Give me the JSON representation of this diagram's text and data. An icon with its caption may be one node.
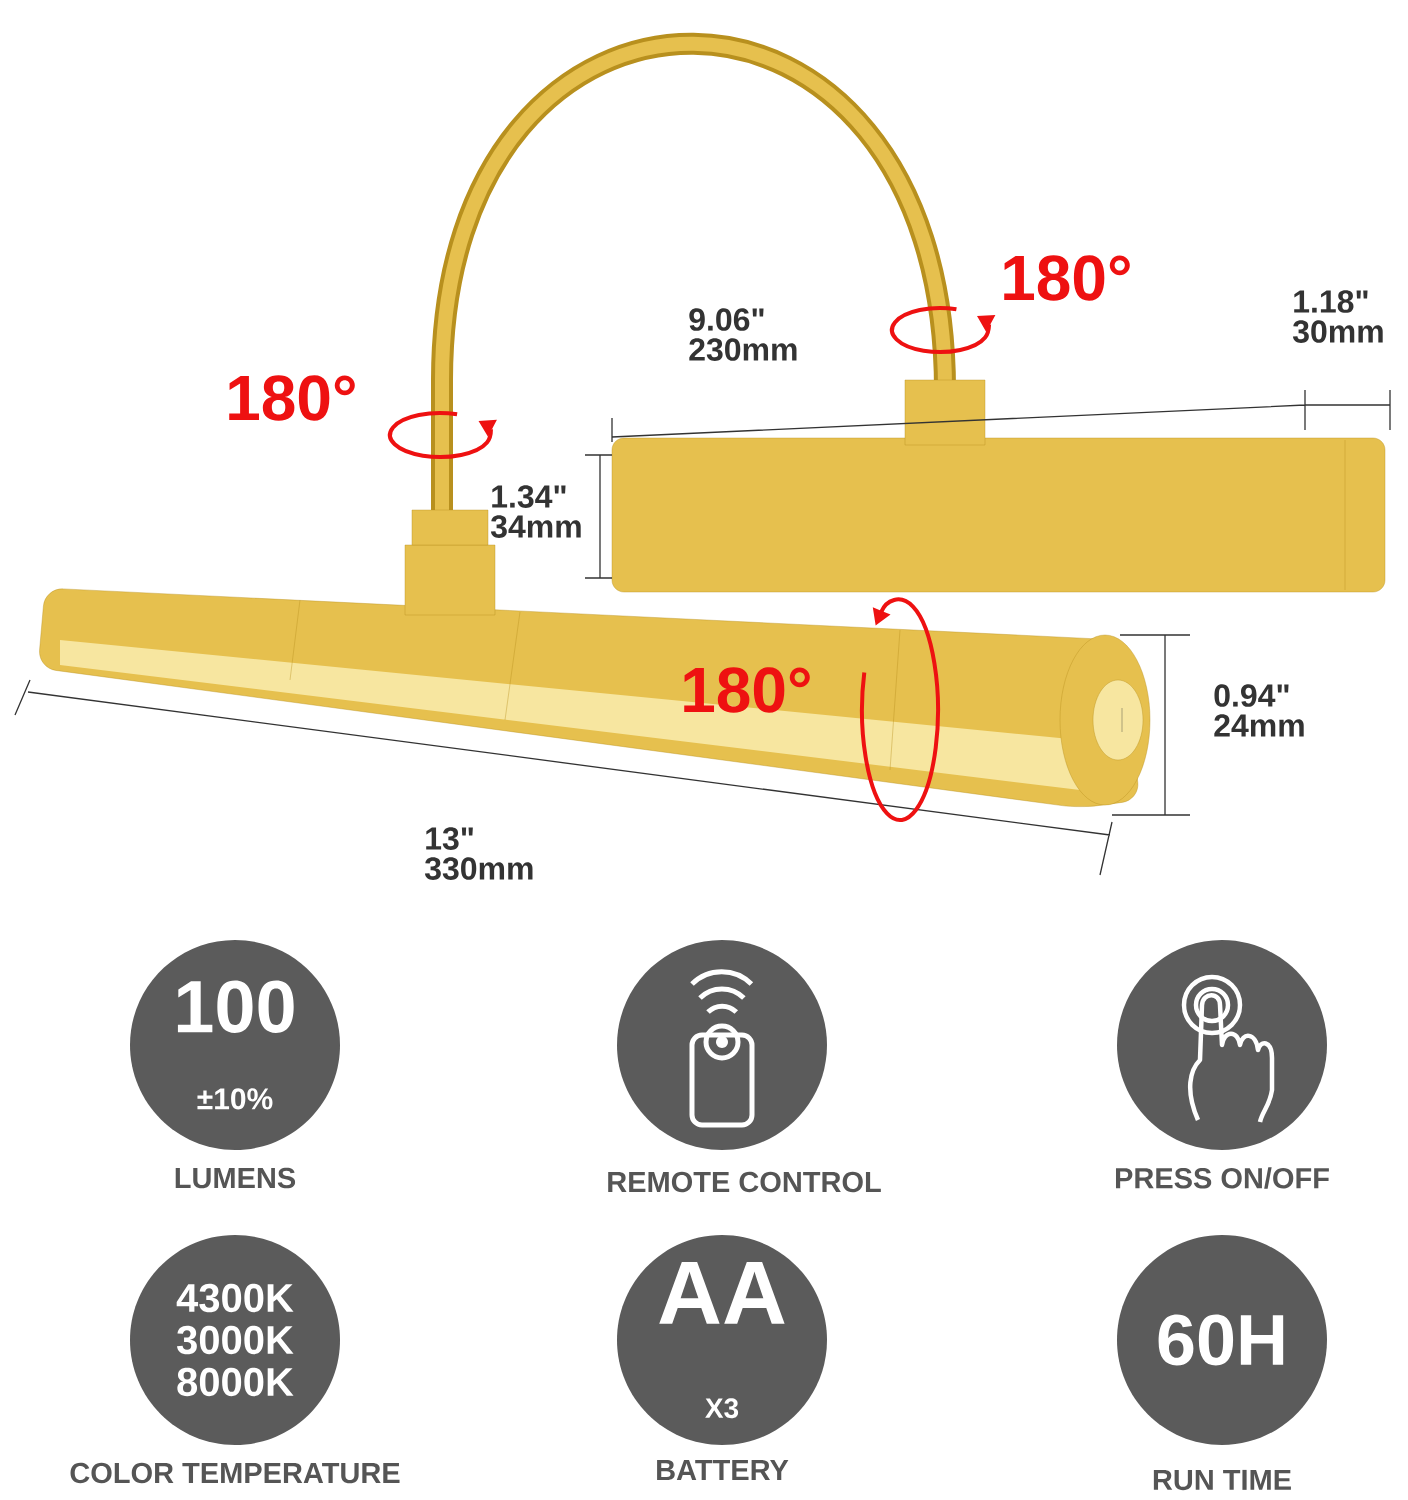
{
  "diagram": {
    "nodes": [
      {
        "text": [
          "100",
          "±10%"
        ],
        "beside": [
          "LUMENS"
        ]
      },
      {
        "text": [],
        "shape": "circle",
        "beside": [
          "REMOTE CONTROL"
        ]
      },
      {
        "text": [],
        "shape": "circle",
        "beside": [
          "PRESS ON/OFF"
        ]
      },
      {
        "text": [
          "4300K",
          "3000K",
          "8000K"
        ],
        "beside": [
          "COLOR TEMPERATURE"
        ]
      },
      {
        "text": [
          "AA",
          "X3"
        ],
        "beside": [
          "BATTERY"
        ]
      },
      {
        "text": [
          "60H"
        ],
        "beside": [
          "RUN TIME"
        ]
      }
    ],
    "edges": [],
    "labels": [
      "180°",
      "1.18\" 30mm",
      "9.06\" 230mm",
      "180°",
      "1.34\" 34mm",
      "180°",
      "0.94\" 24mm",
      "13\" 330mm"
    ]
  }
}
